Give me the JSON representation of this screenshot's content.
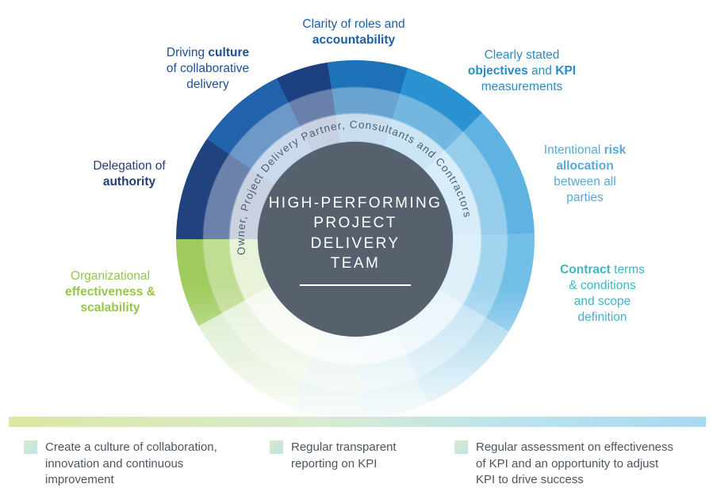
{
  "diagram": {
    "center": {
      "line1": "HIGH-PERFORMING",
      "line2": "PROJECT",
      "line3": "DELIVERY",
      "line4": "TEAM"
    },
    "ring_text": "Owner, Project Delivery Partner, Consultants and Contractors",
    "segments": [
      {
        "name": "clarity-top",
        "color": "#1D72B7",
        "from": 0,
        "to": 17
      },
      {
        "name": "objectives",
        "color": "#2B92D2",
        "from": 17,
        "to": 45
      },
      {
        "name": "risk-allocation",
        "color": "#5EB3E1",
        "from": 45,
        "to": 88
      },
      {
        "name": "contract-terms",
        "color": "#71BEE6",
        "from": 88,
        "to": 121
      },
      {
        "name": "pale-blue",
        "color": "#9FD2EC",
        "from": 121,
        "to": 156
      },
      {
        "name": "pale-blue-fade",
        "color": "#BDDFEA",
        "from": 156,
        "to": 178
      },
      {
        "name": "pale-teal-fade",
        "color": "#CBE7DC",
        "from": 178,
        "to": 200
      },
      {
        "name": "pale-green-fade",
        "color": "#D8EBC9",
        "from": 200,
        "to": 241
      },
      {
        "name": "org-effectiveness",
        "color": "#9FCB5D",
        "from": 241,
        "to": 270
      },
      {
        "name": "delegation",
        "color": "#20427F",
        "from": 270,
        "to": 304
      },
      {
        "name": "driving-culture",
        "color": "#2162AB",
        "from": 304,
        "to": 334
      },
      {
        "name": "dark-wedge",
        "color": "#1B3F80",
        "from": 334,
        "to": 351
      },
      {
        "name": "clarity-top-left",
        "color": "#1D72B7",
        "from": 351,
        "to": 360
      }
    ],
    "labels": {
      "clarity": {
        "color": "#1C5FA8",
        "l1": "Clarity of roles and",
        "l2_b": "accountability"
      },
      "objectives": {
        "color": "#2A8CC6",
        "l1": "Clearly stated",
        "l2a_b": "objectives",
        "l2b": " and ",
        "l2c_b": "KPI",
        "l3": "measurements"
      },
      "risk": {
        "color": "#55AADB",
        "l1a": "Intentional ",
        "l1b_b": "risk",
        "l2_b": "allocation",
        "l3": "between all",
        "l4": "parties"
      },
      "contract": {
        "color": "#3BB6C9",
        "l1a_b": "Contract",
        "l1b": " terms",
        "l2": "& conditions",
        "l3": "and scope",
        "l4": "definition"
      },
      "driving": {
        "color": "#1F4E94",
        "l1a": "Driving ",
        "l1b_b": "culture",
        "l2": "of collaborative",
        "l3": "delivery"
      },
      "delegation": {
        "color": "#243E73",
        "l1": "Delegation of",
        "l2_b": "authority"
      },
      "org": {
        "color": "#96C549",
        "l1": "Organizational",
        "l2_b": "effectiveness &",
        "l3_b": "scalability"
      }
    }
  },
  "legend": {
    "items": [
      {
        "lines": [
          "Create a culture of collaboration,",
          "innovation and continuous",
          "improvement"
        ]
      },
      {
        "lines": [
          "Regular transparent",
          "reporting on KPI"
        ]
      },
      {
        "lines": [
          "Regular assessment on effectiveness",
          "of KPI and an opportunity to adjust",
          "KPI to drive success"
        ]
      }
    ]
  },
  "colors": {
    "center_circle": "#57616E",
    "ring_text_color": "#4A6077",
    "legend_text": "#4C555F",
    "bar_left": "#DCE7A3",
    "bar_mid": "#D7EBD0",
    "bar_blue": "#BCE3EC",
    "bar_right": "#A6DAF1",
    "swatch_green": "#D9EBC5",
    "swatch_blue": "#BFE2EB"
  }
}
